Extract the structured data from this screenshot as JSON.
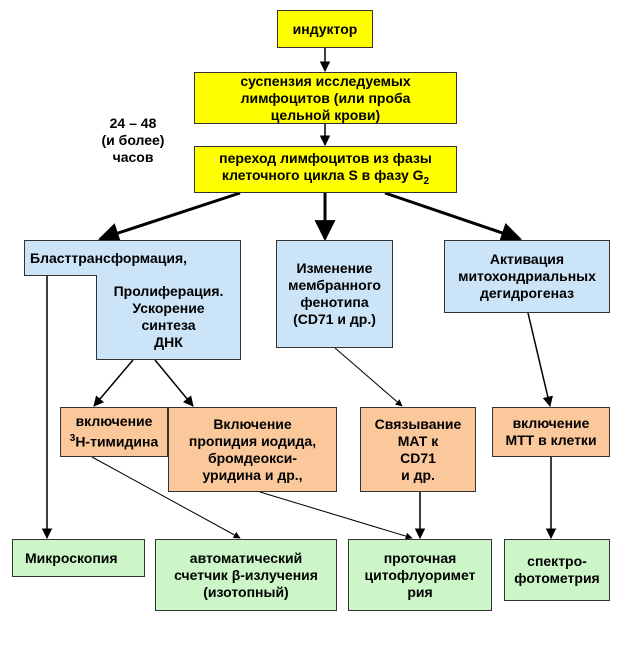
{
  "nodes": {
    "inductor": {
      "lines": [
        "индуктор"
      ]
    },
    "suspension": {
      "lines": [
        "суспензия исследуемых",
        "лимфоцитов (или проба",
        "цельной крови)"
      ]
    },
    "transition": {
      "line1": "переход лимфоцитов из фазы",
      "line2_pre": "клеточного цикла S в фазу G",
      "line2_sub": "2"
    },
    "blast": {
      "lines": [
        "Бласттрансформация,"
      ]
    },
    "prolif": {
      "lines": [
        "Пролиферация.",
        "Ускорение",
        "синтеза",
        "ДНК"
      ]
    },
    "membrane": {
      "lines": [
        "Изменение",
        "мембранного",
        "фенотипа",
        "(CD71 и др.)"
      ]
    },
    "mito": {
      "lines": [
        "Активация",
        "митохондриальных",
        "дегидрогеназ"
      ]
    },
    "thymidine": {
      "line1": "включение",
      "line2_sup": "3",
      "line2_rest": "Н-тимидина"
    },
    "propidium": {
      "lines": [
        "Включение",
        "пропидия иодида,",
        "бромдеокси-",
        "уридина и др.,"
      ]
    },
    "binding": {
      "lines": [
        "Связывание",
        "МАТ к",
        "CD71",
        "и др."
      ]
    },
    "mtt": {
      "lines": [
        "включение",
        "МТТ в клетки"
      ]
    },
    "microscopy": {
      "lines": [
        "Микроскопия"
      ]
    },
    "counter": {
      "lines": [
        "автоматический",
        "счетчик β-излучения",
        "(изотопный)"
      ]
    },
    "flow": {
      "lines": [
        "проточная",
        "цитофлуоримет",
        "рия"
      ]
    },
    "spectro": {
      "lines": [
        "спектро-",
        "фотометрия"
      ]
    }
  },
  "time_note": {
    "lines": [
      "24 – 48",
      "(и более)",
      "часов"
    ]
  },
  "colors": {
    "yellow": "#ffff00",
    "blue": "#cce4f7",
    "orange": "#fbc89b",
    "green": "#ccf5c8",
    "edge": "#000000"
  }
}
